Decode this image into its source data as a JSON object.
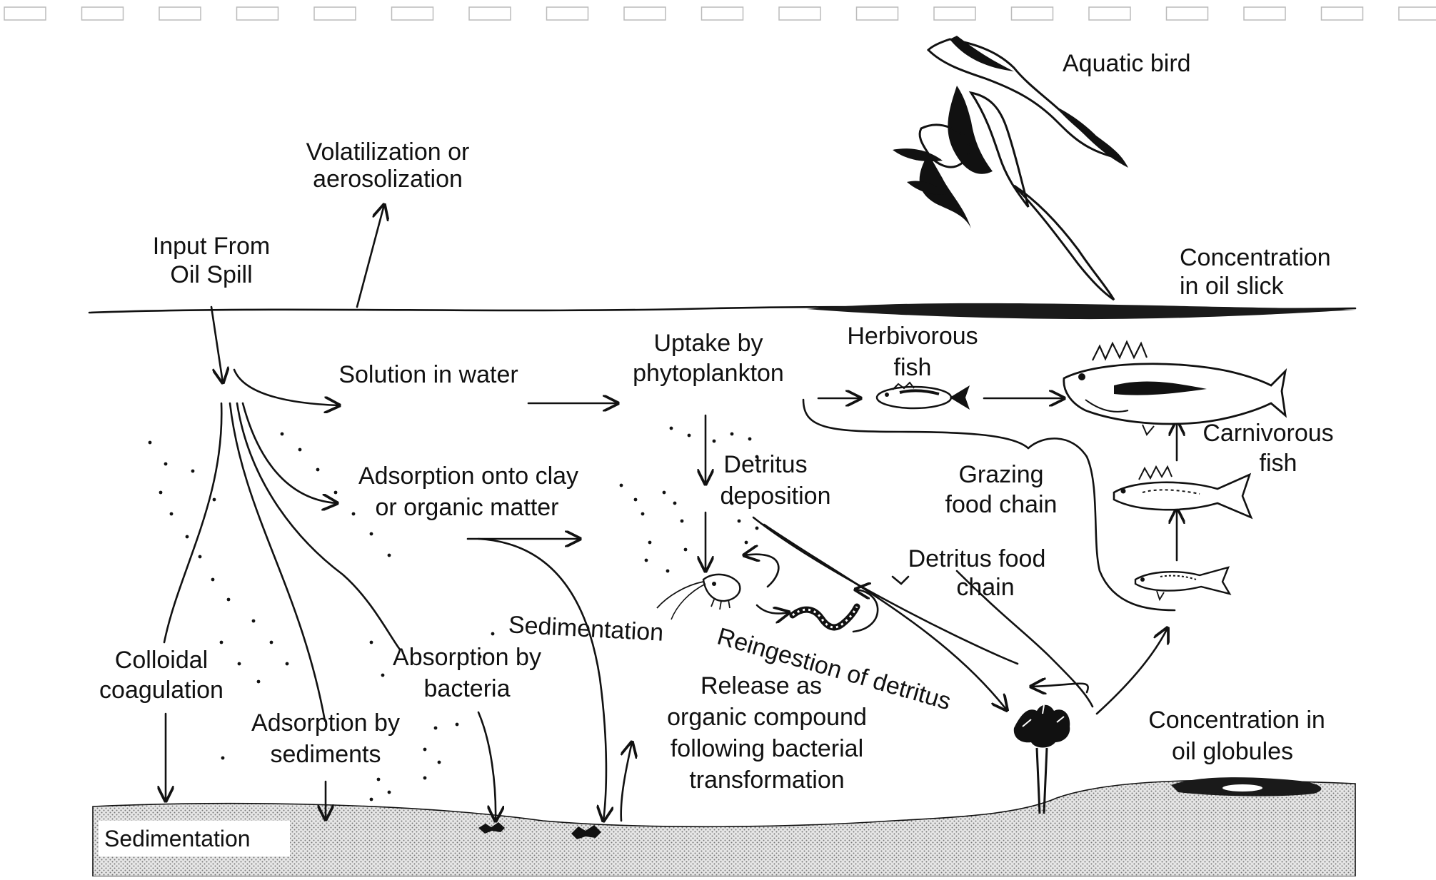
{
  "diagram": {
    "labels": {
      "input": [
        "Input From",
        "Oil Spill"
      ],
      "volatilization": [
        "Volatilization or",
        "aerosolization"
      ],
      "aquatic_bird": "Aquatic bird",
      "concentration_slick": [
        "Concentration",
        "in oil slick"
      ],
      "solution": "Solution in water",
      "uptake": [
        "Uptake by",
        "phytoplankton"
      ],
      "herbivorous": [
        "Herbivorous",
        "fish"
      ],
      "carnivorous": [
        "Carnivorous",
        "fish"
      ],
      "detritus_deposition": [
        "Detritus",
        "deposition"
      ],
      "adsorption_clay": [
        "Adsorption onto clay",
        "or organic matter"
      ],
      "grazing": [
        "Grazing",
        "food chain"
      ],
      "detritus_food_chain": [
        "Detritus food",
        "chain"
      ],
      "sedimentation_mid": "Sedimentation",
      "reingestion": "Reingestion of detritus",
      "colloidal": [
        "Colloidal",
        "coagulation"
      ],
      "absorption_bacteria": [
        "Absorption by",
        "bacteria"
      ],
      "release": [
        "Release as",
        "organic compound",
        "following bacterial",
        "transformation"
      ],
      "adsorption_sediments": [
        "Adsorption by",
        "sediments"
      ],
      "concentration_globules": [
        "Concentration in",
        "oil globules"
      ],
      "sedimentation_bottom": "Sedimentation"
    },
    "colors": {
      "ink": "#111111",
      "sediment": "#d9d9d9",
      "oil": "#1a1a1a"
    },
    "icons": [
      "aquatic-bird-icon",
      "herbivorous-fish-icon",
      "carnivorous-fish-icon",
      "small-fish-icon",
      "shrimp-icon",
      "worm-icon",
      "aquatic-plant-icon",
      "oil-globule-icon"
    ]
  }
}
